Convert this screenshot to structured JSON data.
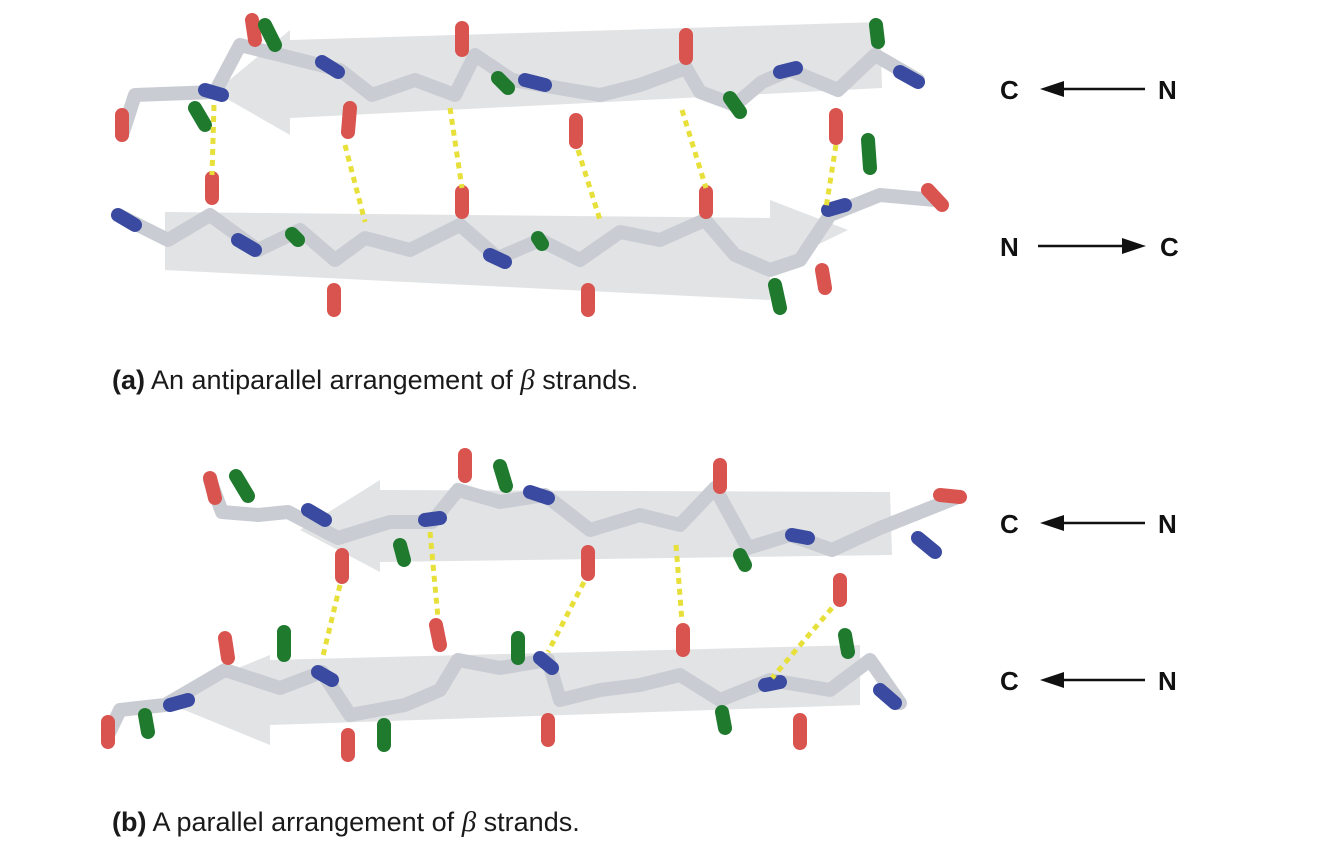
{
  "panel_a": {
    "label": "(a)",
    "text_before": "An antiparallel arrangement of",
    "greek": "β",
    "text_after": "strands.",
    "top_strand": {
      "left": "C",
      "right": "N"
    },
    "bottom_strand": {
      "left": "N",
      "right": "C"
    }
  },
  "panel_b": {
    "label": "(b)",
    "text_before": "A parallel arrangement of",
    "greek": "β",
    "text_after": "strands.",
    "top_strand": {
      "left": "C",
      "right": "N"
    },
    "bottom_strand": {
      "left": "C",
      "right": "N"
    }
  },
  "colors": {
    "carbon": "#c9cdd3",
    "oxygen": "#d9534f",
    "nitrogen": "#3a4aa0",
    "side_chain": "#1f7a2e",
    "hbond": "#e8e03a",
    "ribbon": "#d7d9dc"
  }
}
